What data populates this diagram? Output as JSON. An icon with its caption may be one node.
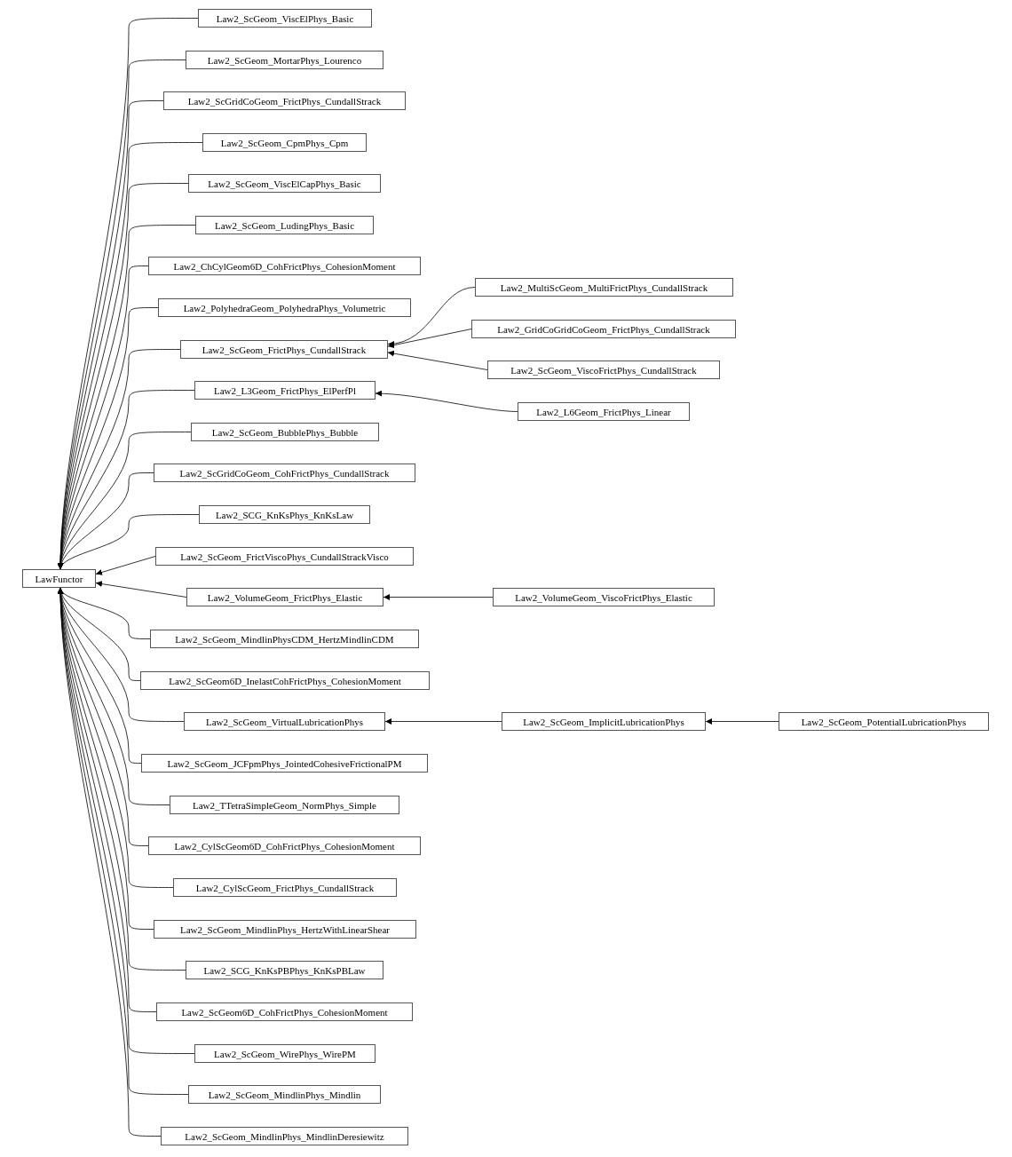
{
  "diagram": {
    "nodes": [
      {
        "text": [
          "LawFunctor"
        ]
      },
      {
        "text": [
          "Law2_ScGeom_ViscElPhys_Basic"
        ]
      },
      {
        "text": [
          "Law2_ScGeom_MortarPhys_Lourenco"
        ]
      },
      {
        "text": [
          "Law2_ScGridCoGeom_FrictPhys_CundallStrack"
        ]
      },
      {
        "text": [
          "Law2_ScGeom_CpmPhys_Cpm"
        ]
      },
      {
        "text": [
          "Law2_ScGeom_ViscElCapPhys_Basic"
        ]
      },
      {
        "text": [
          "Law2_ScGeom_LudingPhys_Basic"
        ]
      },
      {
        "text": [
          "Law2_ChCylGeom6D_CohFrictPhys_CohesionMoment"
        ]
      },
      {
        "text": [
          "Law2_PolyhedraGeom_PolyhedraPhys_Volumetric"
        ]
      },
      {
        "text": [
          "Law2_ScGeom_FrictPhys_CundallStrack"
        ]
      },
      {
        "text": [
          "Law2_MultiScGeom_MultiFrictPhys_CundallStrack"
        ]
      },
      {
        "text": [
          "Law2_GridCoGridCoGeom_FrictPhys_CundallStrack"
        ]
      },
      {
        "text": [
          "Law2_ScGeom_ViscoFrictPhys_CundallStrack"
        ]
      },
      {
        "text": [
          "Law2_L3Geom_FrictPhys_ElPerfPl"
        ]
      },
      {
        "text": [
          "Law2_L6Geom_FrictPhys_Linear"
        ]
      },
      {
        "text": [
          "Law2_ScGeom_BubblePhys_Bubble"
        ]
      },
      {
        "text": [
          "Law2_ScGridCoGeom_CohFrictPhys_CundallStrack"
        ]
      },
      {
        "text": [
          "Law2_SCG_KnKsPhys_KnKsLaw"
        ]
      },
      {
        "text": [
          "Law2_ScGeom_FrictViscoPhys_CundallStrackVisco"
        ]
      },
      {
        "text": [
          "Law2_VolumeGeom_FrictPhys_Elastic"
        ]
      },
      {
        "text": [
          "Law2_VolumeGeom_ViscoFrictPhys_Elastic"
        ]
      },
      {
        "text": [
          "Law2_ScGeom_MindlinPhysCDM_HertzMindlinCDM"
        ]
      },
      {
        "text": [
          "Law2_ScGeom6D_InelastCohFrictPhys_CohesionMoment"
        ]
      },
      {
        "text": [
          "Law2_ScGeom_VirtualLubricationPhys"
        ]
      },
      {
        "text": [
          "Law2_ScGeom_ImplicitLubricationPhys"
        ]
      },
      {
        "text": [
          "Law2_ScGeom_PotentialLubricationPhys"
        ]
      },
      {
        "text": [
          "Law2_ScGeom_JCFpmPhys_JointedCohesiveFrictionalPM"
        ]
      },
      {
        "text": [
          "Law2_TTetraSimpleGeom_NormPhys_Simple"
        ]
      },
      {
        "text": [
          "Law2_CylScGeom6D_CohFrictPhys_CohesionMoment"
        ]
      },
      {
        "text": [
          "Law2_CylScGeom_FrictPhys_CundallStrack"
        ]
      },
      {
        "text": [
          "Law2_ScGeom_MindlinPhys_HertzWithLinearShear"
        ]
      },
      {
        "text": [
          "Law2_SCG_KnKsPBPhys_KnKsPBLaw"
        ]
      },
      {
        "text": [
          "Law2_ScGeom6D_CohFrictPhys_CohesionMoment"
        ]
      },
      {
        "text": [
          "Law2_ScGeom_WirePhys_WirePM"
        ]
      },
      {
        "text": [
          "Law2_ScGeom_MindlinPhys_Mindlin"
        ]
      },
      {
        "text": [
          "Law2_ScGeom_MindlinPhys_MindlinDeresiewitz"
        ]
      }
    ],
    "edges": [
      {
        "from": 1,
        "to": 0,
        "arrow": "to"
      },
      {
        "from": 2,
        "to": 0,
        "arrow": "to"
      },
      {
        "from": 3,
        "to": 0,
        "arrow": "to"
      },
      {
        "from": 4,
        "to": 0,
        "arrow": "to"
      },
      {
        "from": 5,
        "to": 0,
        "arrow": "to"
      },
      {
        "from": 6,
        "to": 0,
        "arrow": "to"
      },
      {
        "from": 7,
        "to": 0,
        "arrow": "to"
      },
      {
        "from": 8,
        "to": 0,
        "arrow": "to"
      },
      {
        "from": 9,
        "to": 0,
        "arrow": "to"
      },
      {
        "from": 10,
        "to": 9,
        "arrow": "to"
      },
      {
        "from": 11,
        "to": 9,
        "arrow": "to"
      },
      {
        "from": 12,
        "to": 9,
        "arrow": "to"
      },
      {
        "from": 13,
        "to": 0,
        "arrow": "to"
      },
      {
        "from": 14,
        "to": 13,
        "arrow": "to"
      },
      {
        "from": 15,
        "to": 0,
        "arrow": "to"
      },
      {
        "from": 16,
        "to": 0,
        "arrow": "to"
      },
      {
        "from": 17,
        "to": 0,
        "arrow": "to"
      },
      {
        "from": 18,
        "to": 0,
        "arrow": "to"
      },
      {
        "from": 19,
        "to": 0,
        "arrow": "to"
      },
      {
        "from": 20,
        "to": 19,
        "arrow": "to"
      },
      {
        "from": 21,
        "to": 0,
        "arrow": "to"
      },
      {
        "from": 22,
        "to": 0,
        "arrow": "to"
      },
      {
        "from": 23,
        "to": 0,
        "arrow": "to"
      },
      {
        "from": 24,
        "to": 23,
        "arrow": "to"
      },
      {
        "from": 25,
        "to": 24,
        "arrow": "to"
      },
      {
        "from": 26,
        "to": 0,
        "arrow": "to"
      },
      {
        "from": 27,
        "to": 0,
        "arrow": "to"
      },
      {
        "from": 28,
        "to": 0,
        "arrow": "to"
      },
      {
        "from": 29,
        "to": 0,
        "arrow": "to"
      },
      {
        "from": 30,
        "to": 0,
        "arrow": "to"
      },
      {
        "from": 31,
        "to": 0,
        "arrow": "to"
      },
      {
        "from": 32,
        "to": 0,
        "arrow": "to"
      },
      {
        "from": 33,
        "to": 0,
        "arrow": "to"
      },
      {
        "from": 34,
        "to": 0,
        "arrow": "to"
      },
      {
        "from": 35,
        "to": 0,
        "arrow": "to"
      }
    ]
  }
}
